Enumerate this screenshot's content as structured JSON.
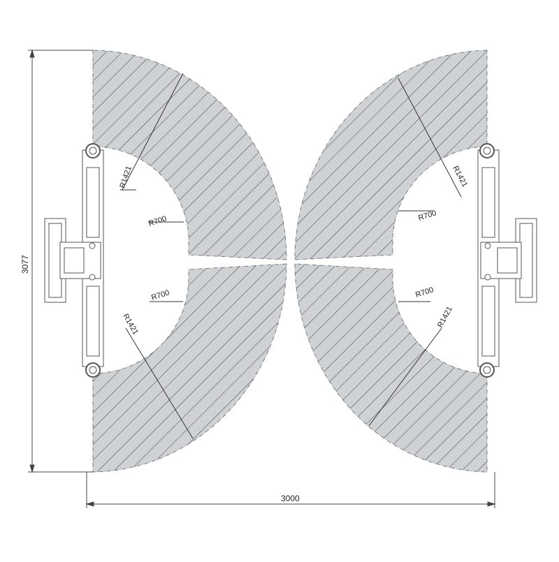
{
  "drawing": {
    "overall_height": "3077",
    "overall_width": "3000",
    "radius_labels": {
      "upper_left_outer": "R1421",
      "upper_left_inner": "R700",
      "lower_left_inner": "R700",
      "lower_left_outer": "R1421",
      "upper_right_outer": "R1421",
      "upper_right_inner": "R700",
      "lower_right_inner": "R700",
      "lower_right_outer": "R1421"
    },
    "colors": {
      "sweep_fill": "#cfd2d4",
      "hatch_line": "#3a3a3a",
      "outline": "#555555",
      "dimension_line": "#444444"
    }
  }
}
